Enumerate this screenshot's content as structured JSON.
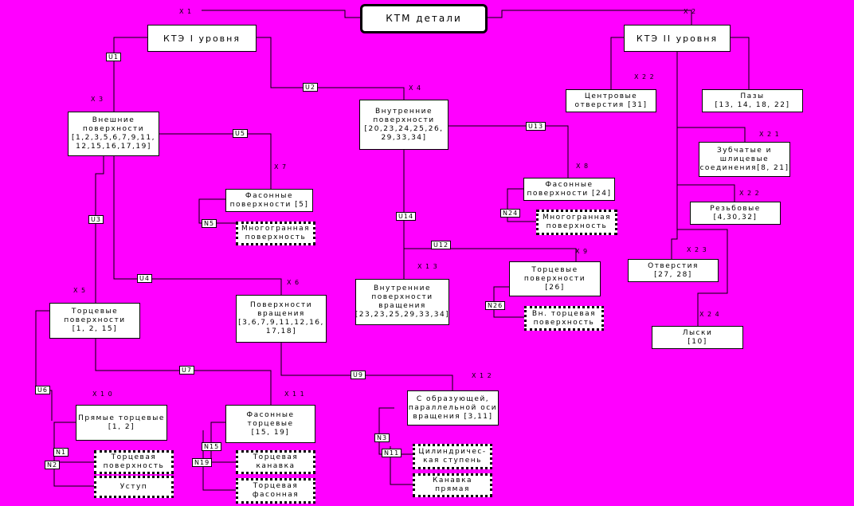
{
  "nodes": {
    "root": "КТМ детали",
    "kte1": "КТЭ I уровня",
    "kte2": "КТЭ II уровня",
    "outer": "Внешние\nповерхности\n[1,2,3,5,6,7,9,11,\n12,15,16,17,19]",
    "inner": "Внутренние\nповерхности\n[20,23,24,25,26,\n29,33,34]",
    "center_holes": "Центровые\nотверстия [31]",
    "grooves": "Пазы\n[13, 14, 18, 22]",
    "gear": "Зубчатые и\nшлицевые\nсоединения[8, 21]",
    "shaped5": "Фасонные\nповерхности [5]",
    "polygon1": "Многогранная\nповерхность",
    "shaped24": "Фасонные\nповерхности [24]",
    "polygon2": "Многогранная\nповерхность",
    "threads": "Резьбовые\n[4,30,32]",
    "inner_rot": "Внутренние\nповерхности\nвращения\n[23,23,25,29,33,34]",
    "end26": "Торцевые\nповерхности\n[26]",
    "inner_end": "Вн. торцевая\nповерхность",
    "holes": "Отверстия\n[27, 28]",
    "flats": "Лыски\n[10]",
    "end_outer": "Торцевые\nповерхности\n[1, 2, 15]",
    "rot_outer": "Поверхности\nвращения\n[3,6,7,9,11,12,16,\n17,18]",
    "parallel": "С образующей,\nпараллельной оси\nвращения [3,11]",
    "straight_end": "Прямые торцевые\n[1, 2]",
    "end_surface": "Торцевая\nповерхность",
    "shoulder": "Уступ",
    "shaped_end": "Фасонные\nторцевые\n[15, 19]",
    "end_groove": "Торцевая\nканавка",
    "end_shaped": "Торцевая\nфасонная",
    "cyl_step": "Цилиндричес-\nкая ступень",
    "straight_groove": "Канавка\nпрямая"
  },
  "labels": {
    "x1": "Х 1",
    "x2": "Х 2",
    "x3": "Х 3",
    "x4": "Х 4",
    "x22a": "Х 2 2",
    "x21": "Х 2 1",
    "x7": "Х 7",
    "x8": "Х 8",
    "x22b": "Х 2 2",
    "x23": "Х 2 3",
    "x24": "Х 2 4",
    "x13": "Х 1 3",
    "x9": "Х 9",
    "x5": "Х 5",
    "x6": "Х 6",
    "x12": "Х 1 2",
    "x10": "Х 1 0",
    "x11": "Х 1 1"
  },
  "tags": {
    "u1": "U1",
    "u2": "U2",
    "u3": "U3",
    "u4": "U4",
    "u5": "U5",
    "u6": "U6",
    "u7": "U7",
    "u9": "U9",
    "u12": "U12",
    "u13": "U13",
    "u14": "U14",
    "n1": "N1",
    "n2": "N2",
    "n3": "N3",
    "n5": "N5",
    "n11": "N11",
    "n15": "N15",
    "n19": "N19",
    "n24": "N24",
    "n26": "N26"
  }
}
